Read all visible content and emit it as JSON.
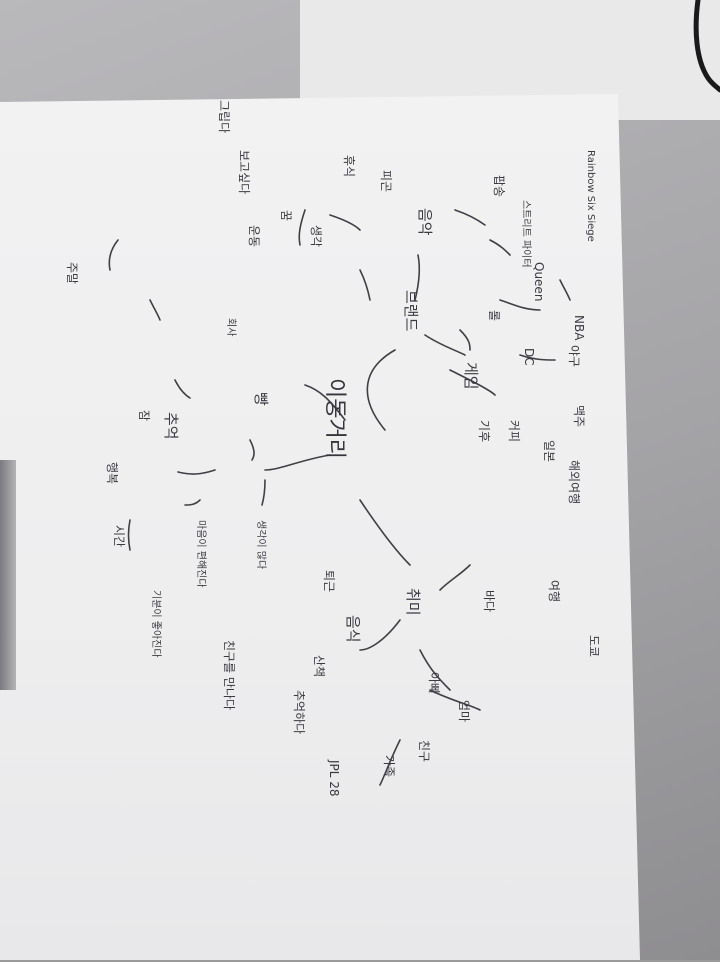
{
  "scene": "Photo of a handwritten Korean mind map on a white sheet, rotated 90 degrees",
  "colors": {
    "paper": "#efeff0",
    "ink": "#3a3a42",
    "desk": "#a8a7aa"
  },
  "mind_map": {
    "center": "이동거리",
    "branches": {
      "game": "게임",
      "brand": "브랜드",
      "music": "음악",
      "hobby": "취미",
      "food": "음식",
      "bread": "빵",
      "memory": "추억"
    },
    "words": [
      "Rainbow Six Siege",
      "스트리트 파이터",
      "팝송",
      "Queen",
      "NBA",
      "야구",
      "맥주",
      "롤",
      "DC",
      "일본",
      "커피",
      "기후",
      "해외여행",
      "여행",
      "도쿄",
      "바다",
      "아빠",
      "엄마",
      "친구",
      "가족",
      "회사",
      "생각이 많다",
      "마음이 편해진다",
      "기분이 좋아진다",
      "친구를 만나다",
      "퇴근",
      "산책",
      "운동",
      "잠",
      "행복",
      "시간",
      "생각",
      "꿈",
      "피곤",
      "휴식",
      "보고싶다",
      "그립다",
      "JPL 28",
      "추억하다",
      "주말"
    ]
  }
}
